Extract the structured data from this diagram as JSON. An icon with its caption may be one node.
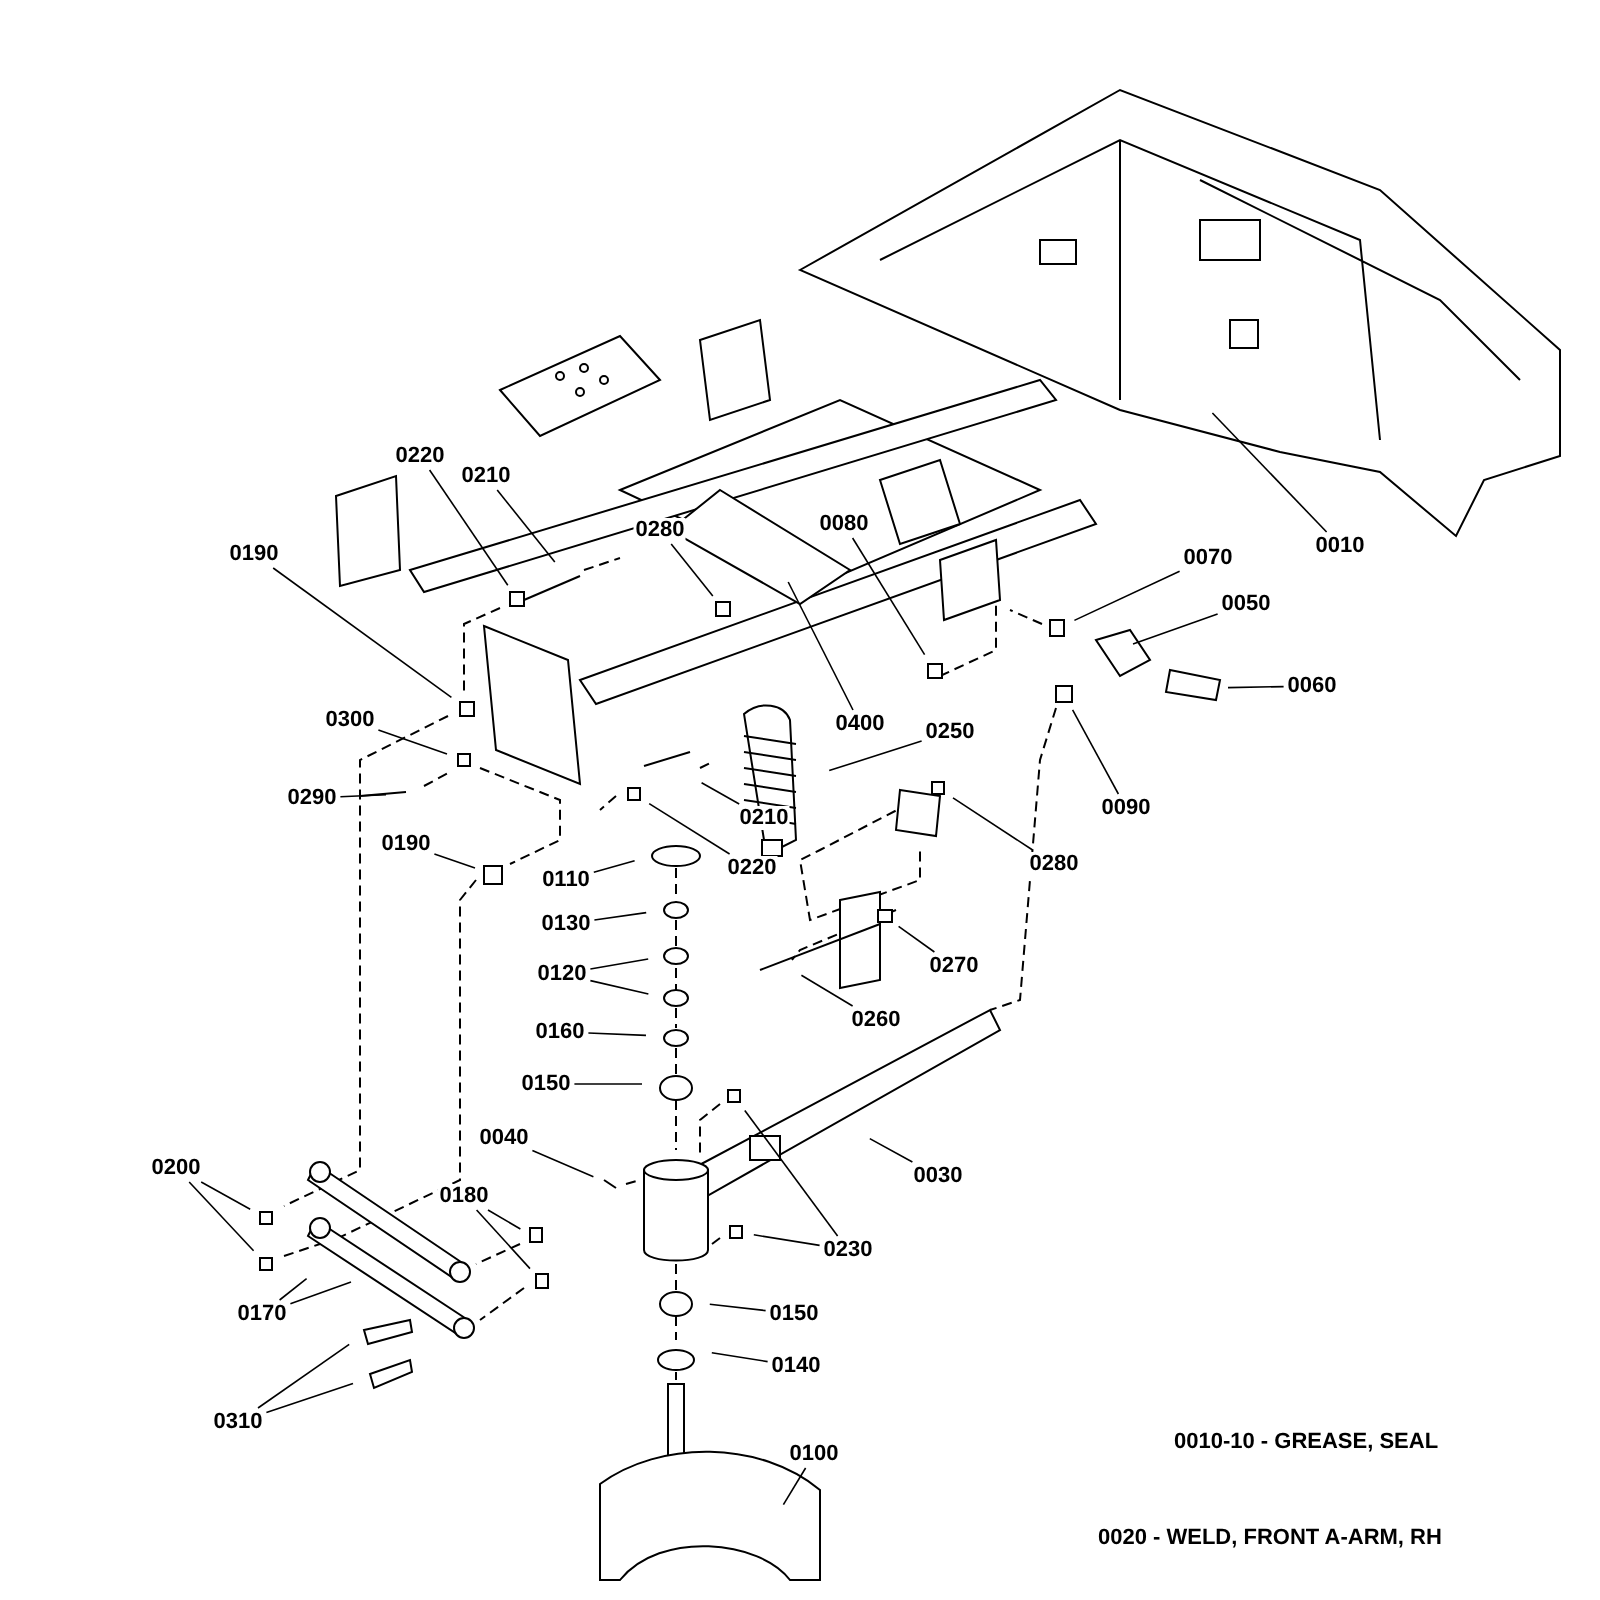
{
  "diagram": {
    "nodes": [
      {
        "text": [
          "0010"
        ]
      },
      {
        "text": [
          "0220"
        ]
      },
      {
        "text": [
          "0210"
        ]
      },
      {
        "text": [
          "0190"
        ]
      },
      {
        "text": [
          "0280"
        ]
      },
      {
        "text": [
          "0080"
        ]
      },
      {
        "text": [
          "0400"
        ]
      },
      {
        "text": [
          "0070"
        ]
      },
      {
        "text": [
          "0050"
        ]
      },
      {
        "text": [
          "0060"
        ]
      },
      {
        "text": [
          "0090"
        ]
      },
      {
        "text": [
          "0300"
        ]
      },
      {
        "text": [
          "0290"
        ]
      },
      {
        "text": [
          "0210"
        ]
      },
      {
        "text": [
          "0220"
        ]
      },
      {
        "text": [
          "0250"
        ]
      },
      {
        "text": [
          "0280"
        ]
      },
      {
        "text": [
          "0190"
        ]
      },
      {
        "text": [
          "0110"
        ]
      },
      {
        "text": [
          "0270"
        ]
      },
      {
        "text": [
          "0260"
        ]
      },
      {
        "text": [
          "0130"
        ]
      },
      {
        "text": [
          "0120"
        ]
      },
      {
        "text": [
          "0160"
        ]
      },
      {
        "text": [
          "0150"
        ]
      },
      {
        "text": [
          "0040"
        ]
      },
      {
        "text": [
          "0030"
        ]
      },
      {
        "text": [
          "0200"
        ]
      },
      {
        "text": [
          "0180"
        ]
      },
      {
        "text": [
          "0230"
        ]
      },
      {
        "text": [
          "0170"
        ]
      },
      {
        "text": [
          "0150"
        ]
      },
      {
        "text": [
          "0140"
        ]
      },
      {
        "text": [
          "0310"
        ]
      },
      {
        "text": [
          "0100"
        ]
      }
    ],
    "edges": [
      {
        "from": 0,
        "to": null,
        "arrow": "none"
      },
      {
        "from": 1,
        "to": null,
        "arrow": "none"
      },
      {
        "from": 2,
        "to": null,
        "arrow": "none"
      },
      {
        "from": 3,
        "to": null,
        "arrow": "none"
      },
      {
        "from": 4,
        "to": null,
        "arrow": "none"
      },
      {
        "from": 5,
        "to": null,
        "arrow": "none"
      },
      {
        "from": 6,
        "to": null,
        "arrow": "none"
      },
      {
        "from": 7,
        "to": null,
        "arrow": "none"
      },
      {
        "from": 8,
        "to": null,
        "arrow": "none"
      },
      {
        "from": 9,
        "to": null,
        "arrow": "none"
      },
      {
        "from": 10,
        "to": null,
        "arrow": "none"
      },
      {
        "from": 11,
        "to": null,
        "arrow": "none"
      },
      {
        "from": 12,
        "to": null,
        "arrow": "none"
      },
      {
        "from": 13,
        "to": null,
        "arrow": "none"
      },
      {
        "from": 14,
        "to": null,
        "arrow": "none"
      },
      {
        "from": 15,
        "to": null,
        "arrow": "none"
      },
      {
        "from": 16,
        "to": null,
        "arrow": "none"
      },
      {
        "from": 17,
        "to": null,
        "arrow": "none"
      },
      {
        "from": 18,
        "to": null,
        "arrow": "none"
      },
      {
        "from": 19,
        "to": null,
        "arrow": "none"
      },
      {
        "from": 20,
        "to": null,
        "arrow": "none"
      },
      {
        "from": 21,
        "to": null,
        "arrow": "none"
      },
      {
        "from": 22,
        "to": null,
        "arrow": "none"
      },
      {
        "from": 22,
        "to": null,
        "arrow": "none"
      },
      {
        "from": 23,
        "to": null,
        "arrow": "none"
      },
      {
        "from": 24,
        "to": null,
        "arrow": "none"
      },
      {
        "from": 25,
        "to": null,
        "arrow": "none"
      },
      {
        "from": 26,
        "to": null,
        "arrow": "none"
      },
      {
        "from": 27,
        "to": null,
        "arrow": "none"
      },
      {
        "from": 27,
        "to": null,
        "arrow": "none"
      },
      {
        "from": 28,
        "to": null,
        "arrow": "none"
      },
      {
        "from": 28,
        "to": null,
        "arrow": "none"
      },
      {
        "from": 29,
        "to": null,
        "arrow": "none"
      },
      {
        "from": 29,
        "to": null,
        "arrow": "none"
      },
      {
        "from": 30,
        "to": null,
        "arrow": "none"
      },
      {
        "from": 30,
        "to": null,
        "arrow": "none"
      },
      {
        "from": 31,
        "to": null,
        "arrow": "none"
      },
      {
        "from": 32,
        "to": null,
        "arrow": "none"
      },
      {
        "from": 33,
        "to": null,
        "arrow": "none"
      },
      {
        "from": 33,
        "to": null,
        "arrow": "none"
      },
      {
        "from": 34,
        "to": null,
        "arrow": "none"
      }
    ],
    "labels": [
      "0010-10 - GREASE, SEAL",
      "0020 - WELD, FRONT A-ARM, RH"
    ]
  }
}
